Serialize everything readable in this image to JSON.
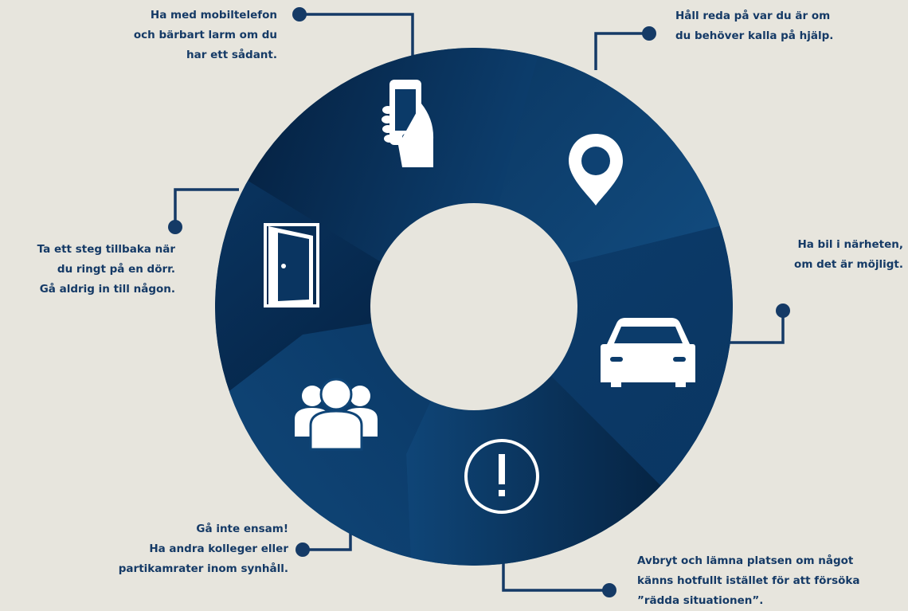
{
  "colors": {
    "background": "#e7e5dd",
    "ring_dark": "#031b38",
    "ring_mid": "#0b3a68",
    "ring_light": "#124c7f",
    "connector": "#153a66",
    "text": "#153a66",
    "icon": "#ffffff"
  },
  "tips": {
    "phone": {
      "icon": "phone-in-hand-icon",
      "lines": [
        "Ha med mobiltelefon",
        "och bärbart larm om du",
        "har ett sådant."
      ]
    },
    "location": {
      "icon": "map-pin-icon",
      "lines": [
        "Håll reda på var du är om",
        "du behöver kalla på hjälp."
      ]
    },
    "car": {
      "icon": "car-icon",
      "lines": [
        "Ha bil i närheten,",
        "om det är möjligt."
      ]
    },
    "abort": {
      "icon": "exclamation-icon",
      "lines": [
        "Avbryt och lämna platsen om något",
        "känns hotfullt istället för att försöka",
        "”rädda situationen”."
      ]
    },
    "group": {
      "icon": "group-icon",
      "lines": [
        "Gå inte ensam!",
        "Ha andra kolleger eller",
        "partikamrater inom synhåll."
      ]
    },
    "door": {
      "icon": "door-icon",
      "lines": [
        "Ta ett steg tillbaka när",
        "du ringt på en dörr.",
        "Gå aldrig in till någon."
      ]
    }
  }
}
